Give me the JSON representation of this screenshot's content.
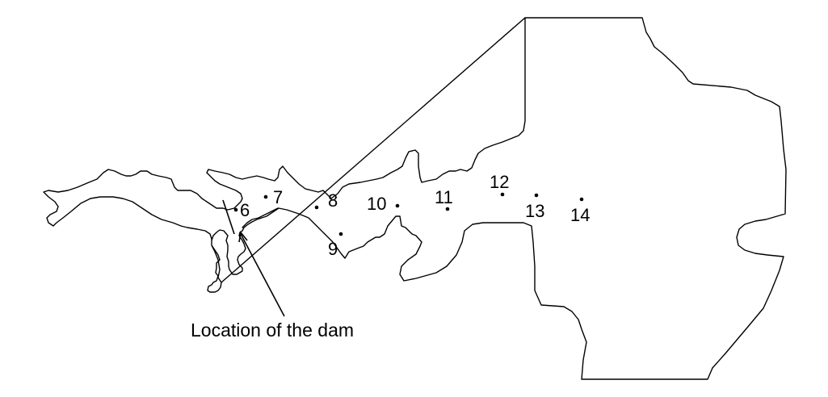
{
  "colors": {
    "outline": "#000000",
    "background": "#ffffff"
  },
  "stations": [
    {
      "id": "6",
      "label": "6"
    },
    {
      "id": "7",
      "label": "7"
    },
    {
      "id": "8",
      "label": "8"
    },
    {
      "id": "9",
      "label": "9"
    },
    {
      "id": "10",
      "label": "10"
    },
    {
      "id": "11",
      "label": "11"
    },
    {
      "id": "12",
      "label": "12"
    },
    {
      "id": "13",
      "label": "13"
    },
    {
      "id": "14",
      "label": "14"
    }
  ],
  "annotation": {
    "dam_label": "Location of the dam"
  }
}
